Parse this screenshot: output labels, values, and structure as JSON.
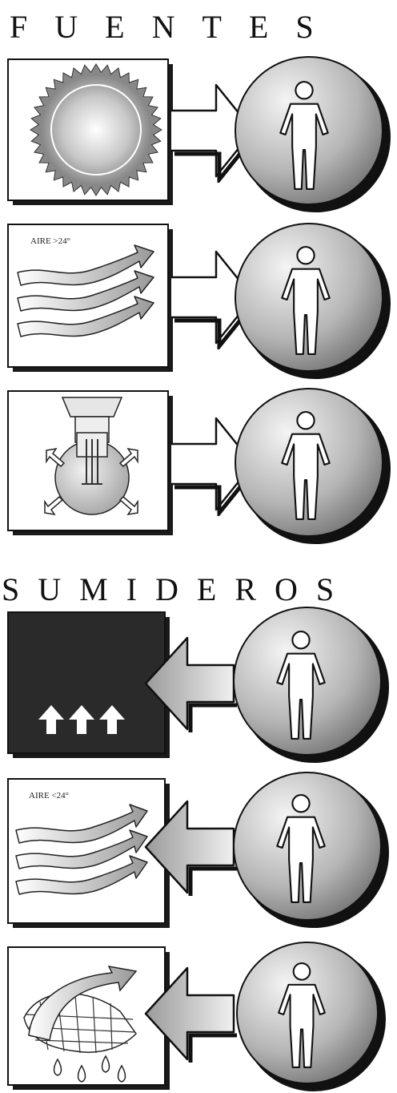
{
  "sections": {
    "sources": {
      "heading": "FUENTES",
      "rows": [
        {
          "icon": "sun-icon",
          "label": ""
        },
        {
          "icon": "warm-air-icon",
          "label": "AIRE >24°"
        },
        {
          "icon": "light-bulb-icon",
          "label": ""
        }
      ]
    },
    "sinks": {
      "heading": "SUMIDEROS",
      "rows": [
        {
          "icon": "night-sky-radiation-icon",
          "label": ""
        },
        {
          "icon": "cool-air-icon",
          "label": "AIRE <24°"
        },
        {
          "icon": "evaporation-icon",
          "label": ""
        }
      ]
    }
  },
  "colors": {
    "ink": "#111111",
    "panel_fill": "#ffffff",
    "night_fill": "#2a2a2a",
    "shadow": "#1a1a1a",
    "gradient_light": "#f4f4f4",
    "gradient_dark": "#6f6f6f"
  }
}
